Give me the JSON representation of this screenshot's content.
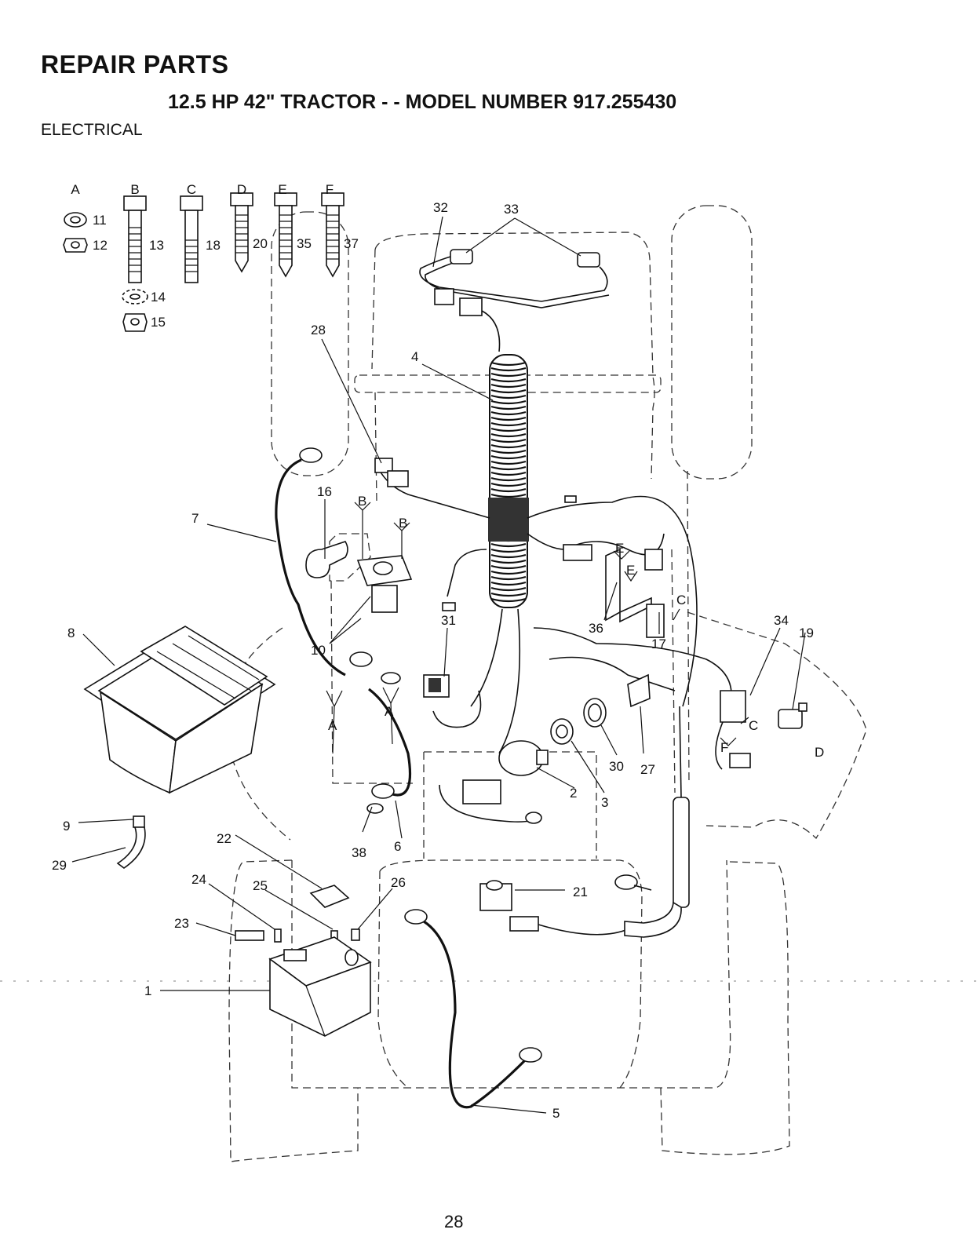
{
  "header": {
    "title": "REPAIR PARTS",
    "subtitle": "12.5 HP 42\" TRACTOR - - MODEL NUMBER 917.255430",
    "section": "ELECTRICAL"
  },
  "hardware_columns": [
    "A",
    "B",
    "C",
    "D",
    "E",
    "F"
  ],
  "hardware_items": [
    "11",
    "12",
    "13",
    "14",
    "15",
    "18",
    "20",
    "35",
    "37"
  ],
  "callouts": [
    {
      "id": "c32",
      "label": "32"
    },
    {
      "id": "c33",
      "label": "33"
    },
    {
      "id": "c28",
      "label": "28"
    },
    {
      "id": "c4",
      "label": "4"
    },
    {
      "id": "c16",
      "label": "16"
    },
    {
      "id": "c7",
      "label": "7"
    },
    {
      "id": "c10",
      "label": "10"
    },
    {
      "id": "c8",
      "label": "8"
    },
    {
      "id": "c31",
      "label": "31"
    },
    {
      "id": "c36",
      "label": "36"
    },
    {
      "id": "c17",
      "label": "17"
    },
    {
      "id": "c34",
      "label": "34"
    },
    {
      "id": "c19",
      "label": "19"
    },
    {
      "id": "c30",
      "label": "30"
    },
    {
      "id": "c27",
      "label": "27"
    },
    {
      "id": "c2",
      "label": "2"
    },
    {
      "id": "c3",
      "label": "3"
    },
    {
      "id": "c9",
      "label": "9"
    },
    {
      "id": "c29",
      "label": "29"
    },
    {
      "id": "c22",
      "label": "22"
    },
    {
      "id": "c38",
      "label": "38"
    },
    {
      "id": "c6",
      "label": "6"
    },
    {
      "id": "c24",
      "label": "24"
    },
    {
      "id": "c25",
      "label": "25"
    },
    {
      "id": "c26",
      "label": "26"
    },
    {
      "id": "c21",
      "label": "21"
    },
    {
      "id": "c23",
      "label": "23"
    },
    {
      "id": "c1",
      "label": "1"
    },
    {
      "id": "c5",
      "label": "5"
    }
  ],
  "letter_refs": [
    {
      "id": "rB1",
      "label": "B"
    },
    {
      "id": "rB2",
      "label": "B"
    },
    {
      "id": "rA1",
      "label": "A"
    },
    {
      "id": "rA2",
      "label": "A"
    },
    {
      "id": "rE1",
      "label": "E"
    },
    {
      "id": "rE2",
      "label": "E"
    },
    {
      "id": "rC1",
      "label": "C"
    },
    {
      "id": "rC2",
      "label": "C"
    },
    {
      "id": "rF1",
      "label": "F"
    },
    {
      "id": "rD1",
      "label": "D"
    }
  ],
  "footer": {
    "page_number": "28"
  }
}
